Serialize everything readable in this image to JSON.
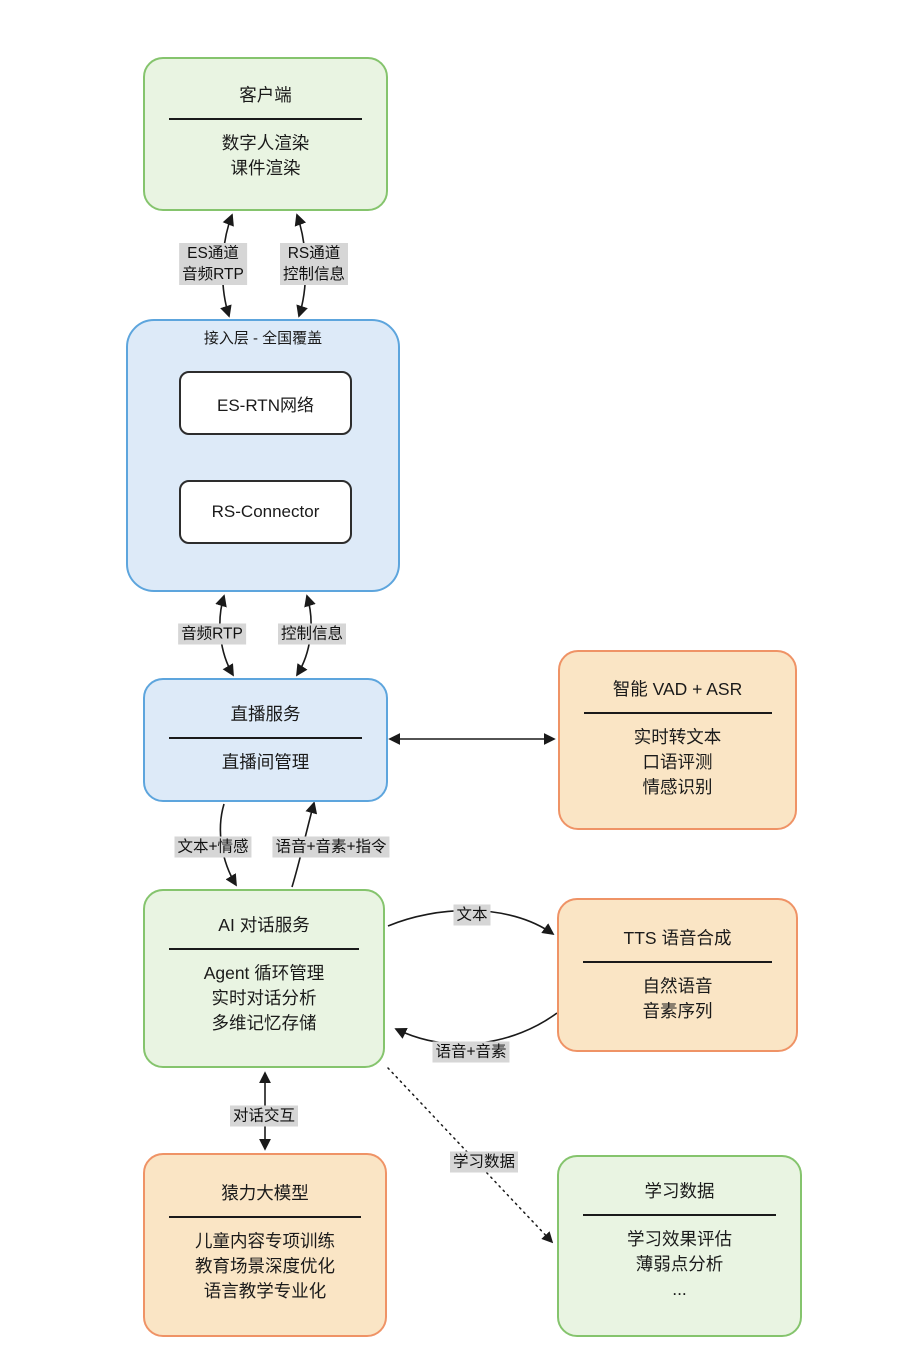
{
  "diagram": {
    "nodes": {
      "client": {
        "title": "客户端",
        "items": [
          "数字人渲染",
          "课件渲染"
        ]
      },
      "access": {
        "title": "接入层 - 全国覆盖",
        "children": [
          "ES-RTN网络",
          "RS-Connector"
        ]
      },
      "live": {
        "title": "直播服务",
        "items": [
          "直播间管理"
        ]
      },
      "vad": {
        "title": "智能 VAD + ASR",
        "items": [
          "实时转文本",
          "口语评测",
          "情感识别"
        ]
      },
      "ai": {
        "title": "AI 对话服务",
        "items": [
          "Agent 循环管理",
          "实时对话分析",
          "多维记忆存储"
        ]
      },
      "tts": {
        "title": "TTS 语音合成",
        "items": [
          "自然语音",
          "音素序列"
        ]
      },
      "model": {
        "title": "猿力大模型",
        "items": [
          "儿童内容专项训练",
          "教育场景深度优化",
          "语言教学专业化"
        ]
      },
      "learning": {
        "title": "学习数据",
        "items": [
          "学习效果评估",
          "薄弱点分析",
          "..."
        ]
      }
    },
    "edge_labels": {
      "es_channel": [
        "ES通道",
        "音频RTP"
      ],
      "rs_channel": [
        "RS通道",
        "控制信息"
      ],
      "audio_rtp": [
        "音频RTP"
      ],
      "control_info": [
        "控制信息"
      ],
      "text_emotion": [
        "文本+情感"
      ],
      "voice_phoneme_cmd": [
        "语音+音素+指令"
      ],
      "text": [
        "文本"
      ],
      "voice_phoneme": [
        "语音+音素"
      ],
      "dialog_interaction": [
        "对话交互"
      ],
      "learning_data": [
        "学习数据"
      ]
    },
    "colors": {
      "green_border": "#85c46d",
      "green_fill": "#e9f4e2",
      "blue_border": "#5da5dd",
      "blue_fill": "#ddeaf8",
      "orange_border": "#ef9366",
      "orange_fill": "#fae5c5",
      "inner_node_border": "#2d2d2d",
      "inner_node_fill": "#ffffff",
      "edge_label_bg": "#d6d6d6",
      "arrow": "#1a1a1a"
    }
  }
}
